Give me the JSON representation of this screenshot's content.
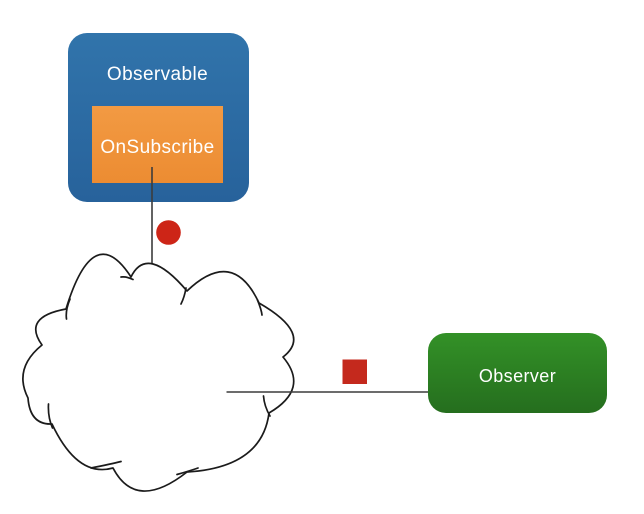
{
  "labels": {
    "observable": "Observable",
    "on_subscribe": "OnSubscribe",
    "observer": "Observer"
  },
  "icons": {
    "cloud": "cloud-shape",
    "down_arrow": "down-arrow",
    "right_arrow": "right-arrow",
    "dot": "emission-dot",
    "square": "emission-square"
  },
  "colors": {
    "observable_top": "#3174ab",
    "observable_bottom": "#27629b",
    "on_subscribe_top": "#f29a43",
    "on_subscribe_bottom": "#ec8c32",
    "observer_top": "#339127",
    "observer_bottom": "#256e1e",
    "emission_dot": "#cd2517",
    "emission_square": "#c4291d",
    "arrow": "#3c3c3c",
    "cloud_outline": "#1b1b1b",
    "cloud_fill": "#ffffff",
    "label_text": "#ffffff",
    "background": "#ffffff"
  }
}
